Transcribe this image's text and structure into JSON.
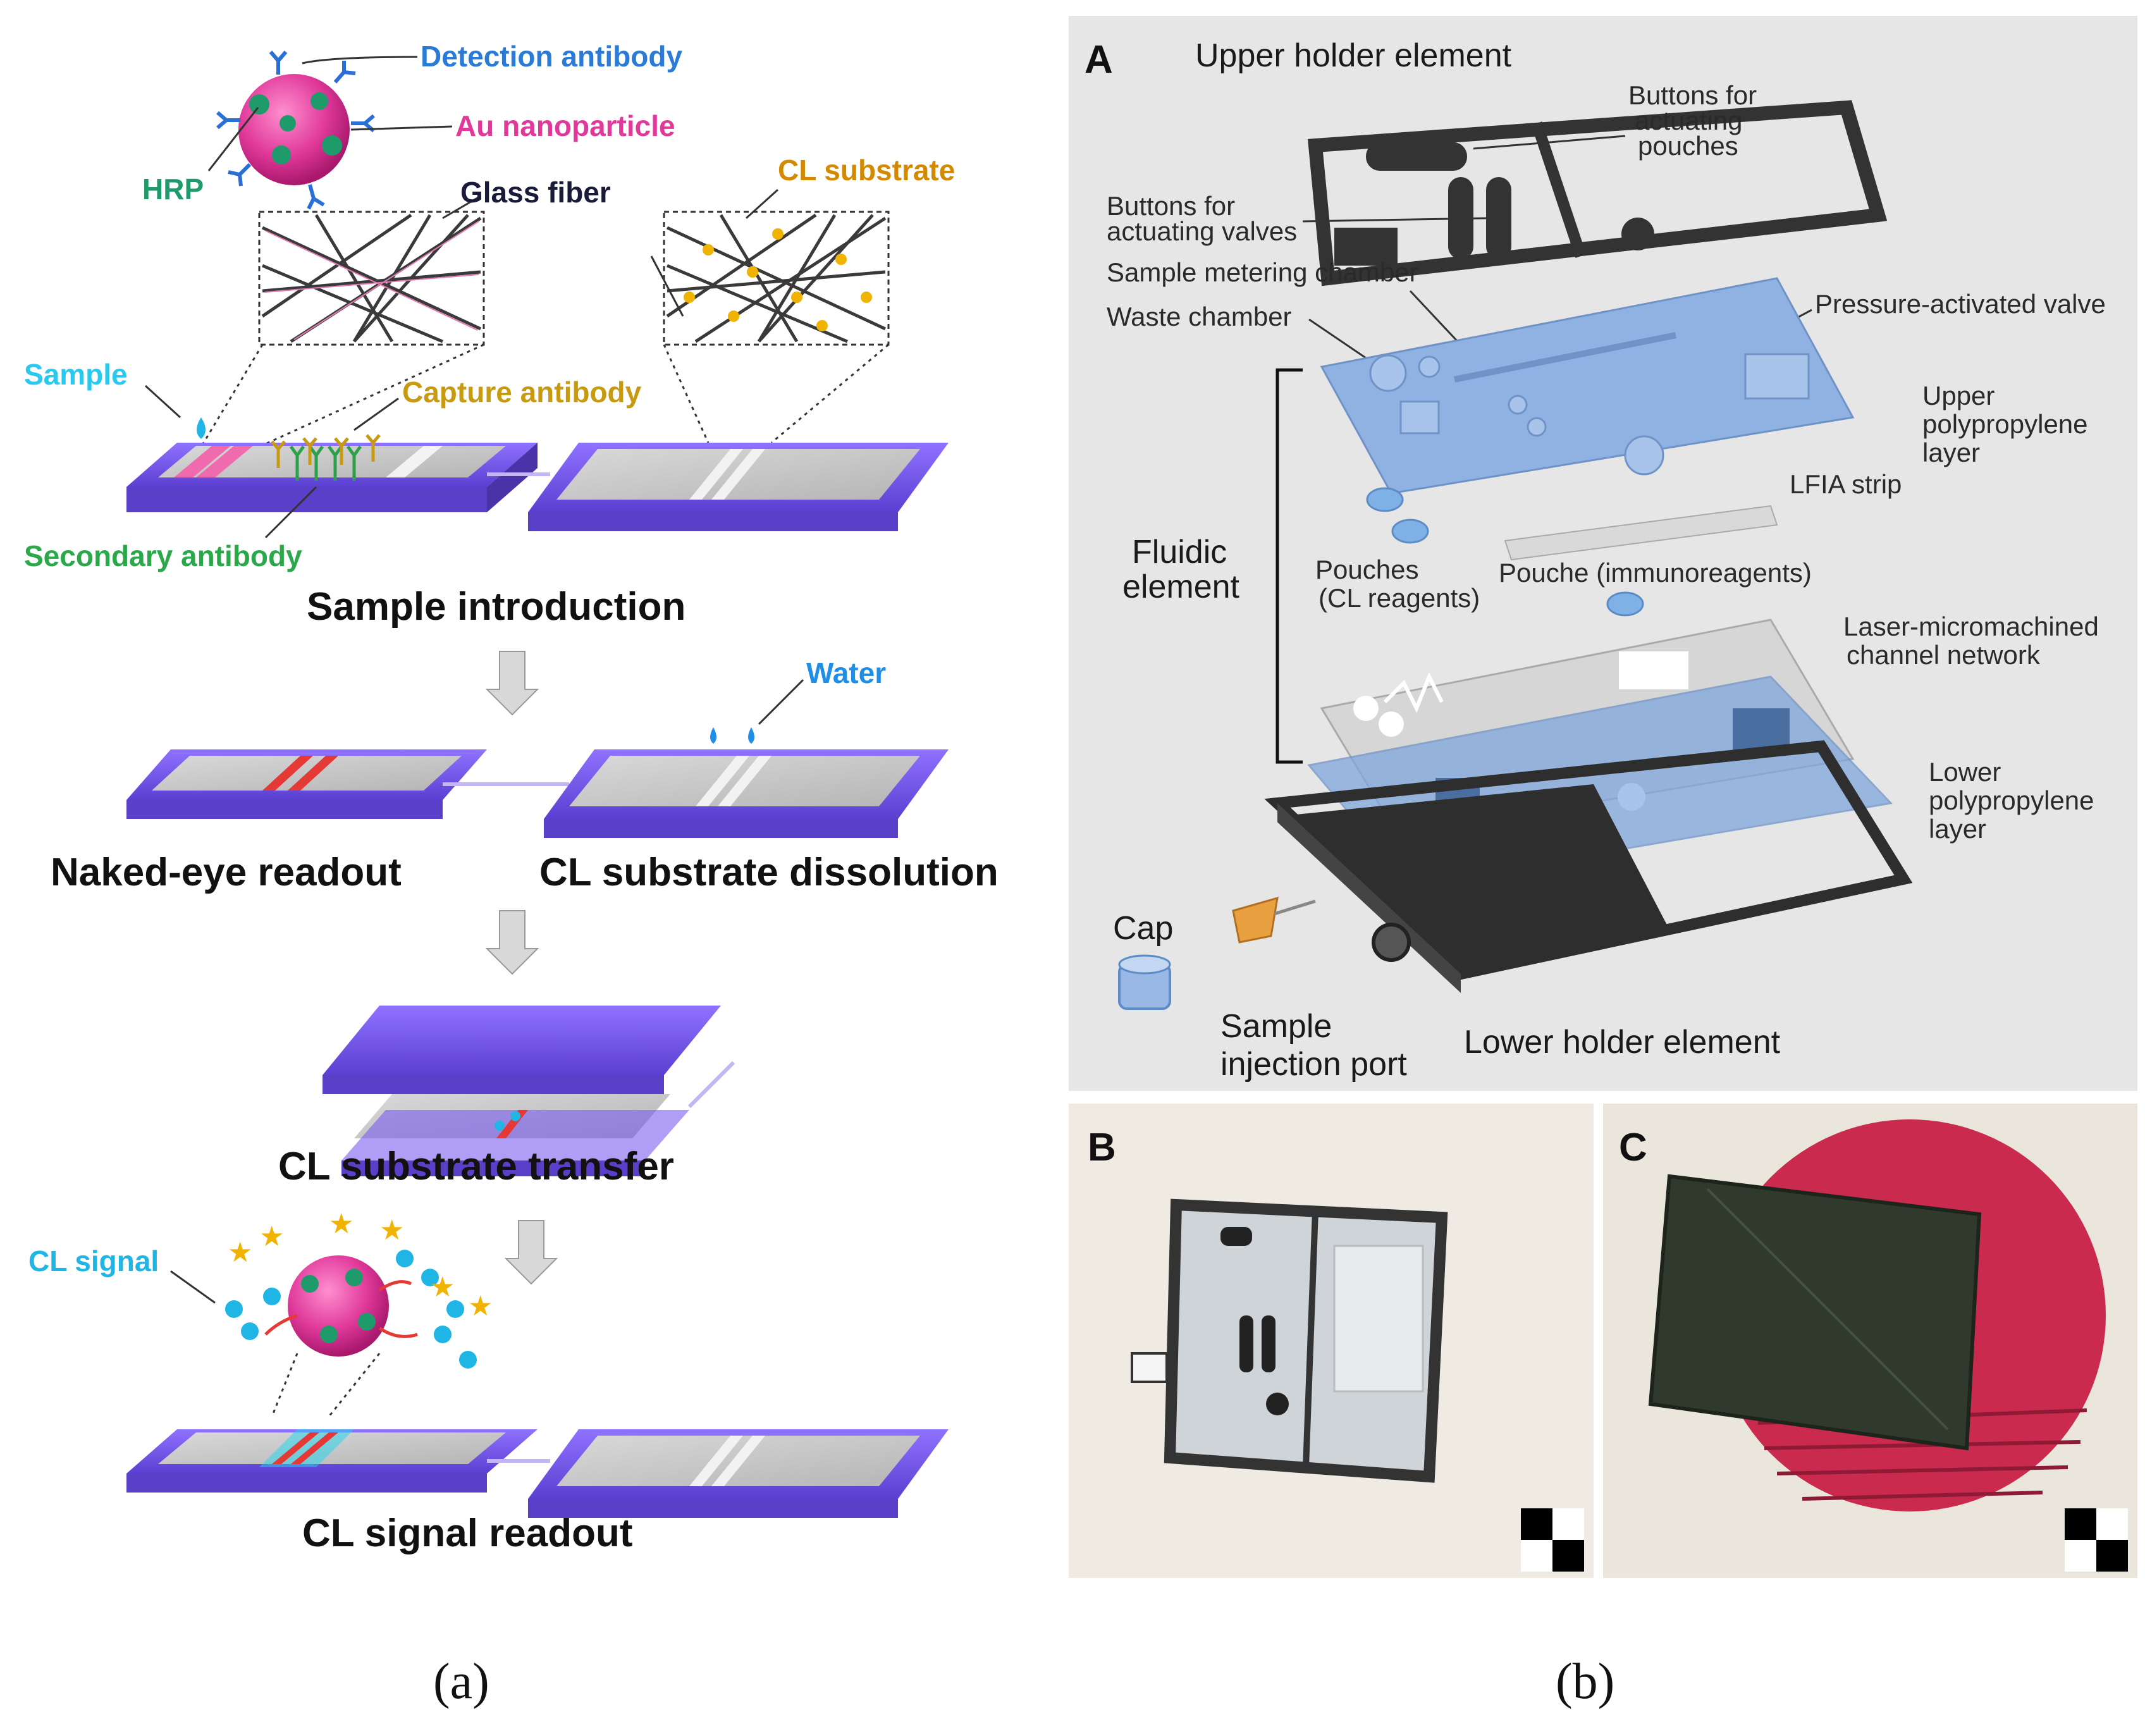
{
  "panel_a": {
    "labels": {
      "detection_antibody": "Detection antibody",
      "au_nanoparticle": "Au nanoparticle",
      "hrp": "HRP",
      "glass_fiber": "Glass fiber",
      "cl_substrate": "CL substrate",
      "sample": "Sample",
      "capture_antibody": "Capture antibody",
      "secondary_antibody": "Secondary antibody",
      "water": "Water",
      "cl_signal": "CL signal"
    },
    "steps": {
      "sample_introduction": "Sample introduction",
      "naked_eye_readout": "Naked-eye readout",
      "cl_substrate_dissolution": "CL substrate dissolution",
      "cl_substrate_transfer": "CL substrate  transfer",
      "cl_signal_readout": "CL signal readout"
    },
    "caption": "(a)"
  },
  "panel_b": {
    "letter_A": "A",
    "letter_B": "B",
    "letter_C": "C",
    "labels": {
      "upper_holder": "Upper holder element",
      "buttons_pouches_1": "Buttons for",
      "buttons_pouches_2": "actuating",
      "buttons_pouches_3": "pouches",
      "buttons_valves_1": "Buttons for",
      "buttons_valves_2": "actuating valves",
      "sample_metering": "Sample metering chamber",
      "pressure_valve": "Pressure-activated valve",
      "waste_chamber": "Waste chamber",
      "upper_pp_1": "Upper",
      "upper_pp_2": "polypropylene",
      "upper_pp_3": "layer",
      "lfia_strip": "LFIA strip",
      "fluidic_1": "Fluidic",
      "fluidic_2": "element",
      "pouches_cl_1": "Pouches",
      "pouches_cl_2": "(CL reagents)",
      "pouche_immuno": "Pouche (immunoreagents)",
      "laser_1": "Laser-micromachined",
      "laser_2": "channel network",
      "lower_pp_1": "Lower",
      "lower_pp_2": "polypropylene",
      "lower_pp_3": "layer",
      "cap": "Cap",
      "sample_port_1": "Sample",
      "sample_port_2": "injection port",
      "lower_holder": "Lower holder element"
    },
    "caption": "(b)"
  },
  "colors": {
    "purple_base": "#7a5cf0",
    "strip_gray": "#c8c8c8",
    "au_pink": "#e0399a",
    "hrp_green": "#1f9a6a",
    "antibody_blue": "#2a6fd6",
    "cl_blue": "#1fb6e6",
    "red_line": "#e53935",
    "pp_blue": "#7ea6dc",
    "holder_dark": "#2e2e2e",
    "photo_bg": "#efeae2",
    "camera_red": "#c92a4e"
  }
}
